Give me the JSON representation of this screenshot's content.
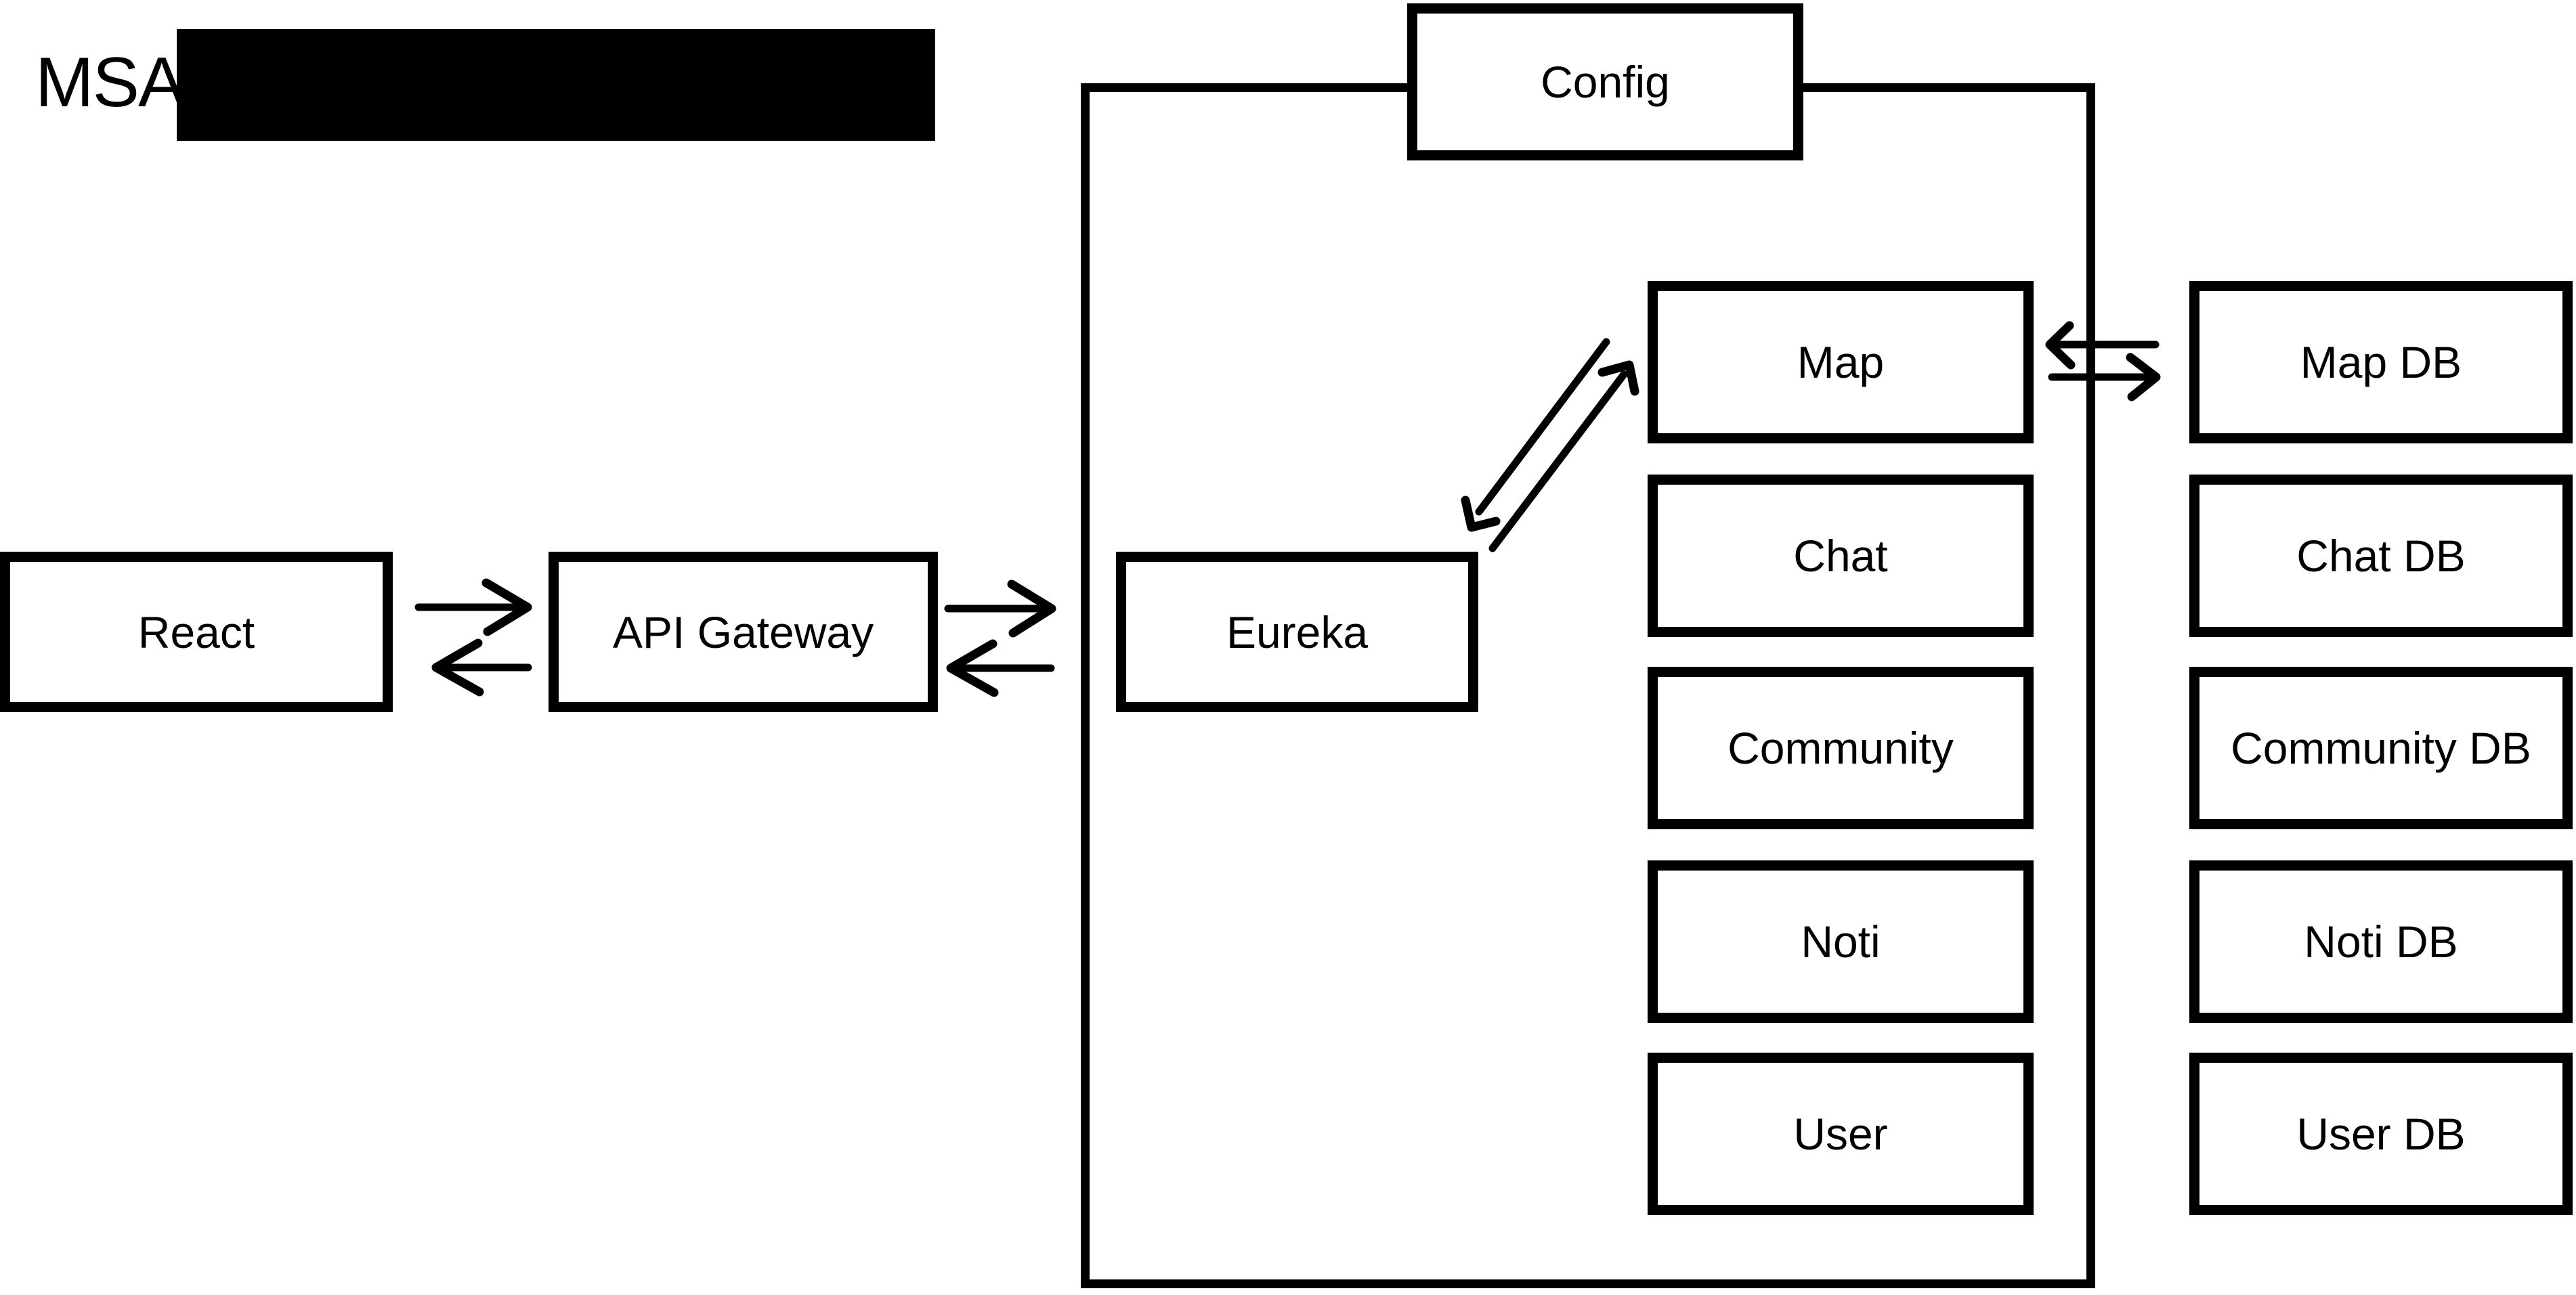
{
  "title": "MSA",
  "colors": {
    "ink": "#000000",
    "background": "#ffffff"
  },
  "nodes": {
    "config": {
      "label": "Config"
    },
    "react": {
      "label": "React"
    },
    "api_gateway": {
      "label": "API Gateway"
    },
    "eureka": {
      "label": "Eureka"
    },
    "services": [
      {
        "label": "Map"
      },
      {
        "label": "Chat"
      },
      {
        "label": "Community"
      },
      {
        "label": "Noti"
      },
      {
        "label": "User"
      }
    ],
    "databases": [
      {
        "label": "Map DB"
      },
      {
        "label": "Chat DB"
      },
      {
        "label": "Community DB"
      },
      {
        "label": "Noti DB"
      },
      {
        "label": "User DB"
      }
    ]
  },
  "connections": [
    "React to API Gateway (request)",
    "API Gateway to React (response)",
    "API Gateway to service container (request)",
    "Service container to API Gateway (response)",
    "Eureka to Map (bidirectional)",
    "Map to Map DB (bidirectional)"
  ]
}
